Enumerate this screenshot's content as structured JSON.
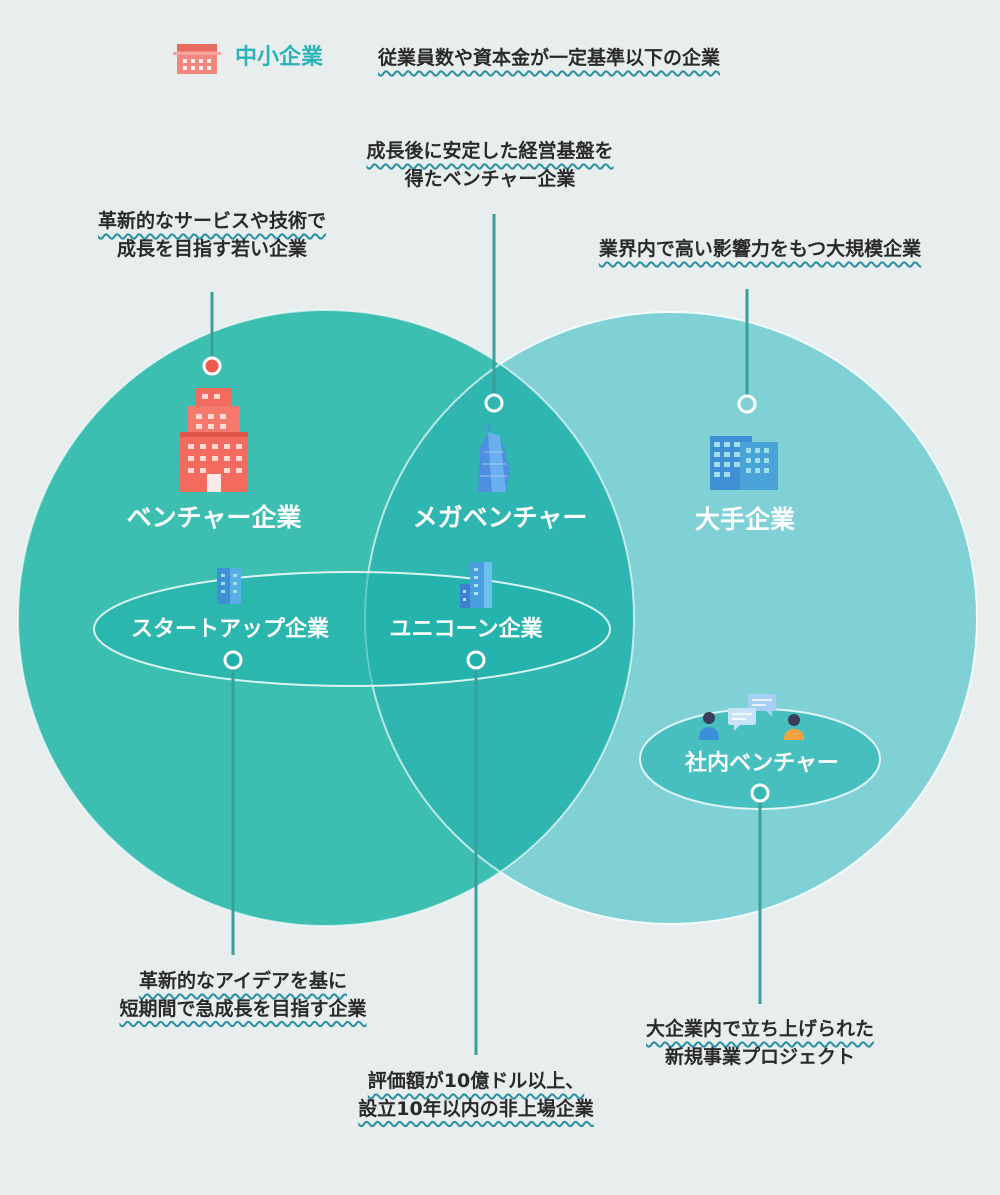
{
  "legend": {
    "icon": "small-office-building-icon",
    "name": "中小企業",
    "description": "従業員数や資本金が一定基準以下の企業"
  },
  "circles": {
    "left": {
      "label": "ベンチャー企業",
      "icon": "tall-building-icon"
    },
    "overlap": {
      "label": "メガベンチャー",
      "icon": "skyscraper-icon"
    },
    "right": {
      "label": "大手企業",
      "icon": "office-buildings-icon"
    }
  },
  "ovals": {
    "startup": {
      "left_label": "スタートアップ企業",
      "left_icon": "small-building-icon",
      "right_label": "ユニコーン企業",
      "right_icon": "city-building-icon"
    },
    "internal": {
      "label": "社内ベンチャー",
      "icon": "people-chat-icon"
    }
  },
  "notes": {
    "venture": [
      "革新的なサービスや技術で",
      "成長を目指す若い企業"
    ],
    "mega": [
      "成長後に安定した経営基盤を",
      "得たベンチャー企業"
    ],
    "large": [
      "業界内で高い影響力をもつ大規模企業"
    ],
    "startup": [
      "革新的なアイデアを基に",
      "短期間で急成長を目指す企業"
    ],
    "unicorn": [
      "評価額が10億ドル以上、",
      "設立10年以内の非上場企業"
    ],
    "internal": [
      "大企業内で立ち上げられた",
      "新規事業プロジェクト"
    ]
  },
  "colors": {
    "background": "#e8eeee",
    "left_circle": "#3cbfb0",
    "right_circle": "#7fd1d6",
    "overlap": "#2fb6b0",
    "leader_line": "#3a9f9c",
    "accent_dot": "#ef5a4e",
    "wavy_underline": "#2a8fa3",
    "legend_text": "#2bb3b8",
    "building_red": "#f26b5e",
    "building_blue": "#4aa3d8"
  }
}
